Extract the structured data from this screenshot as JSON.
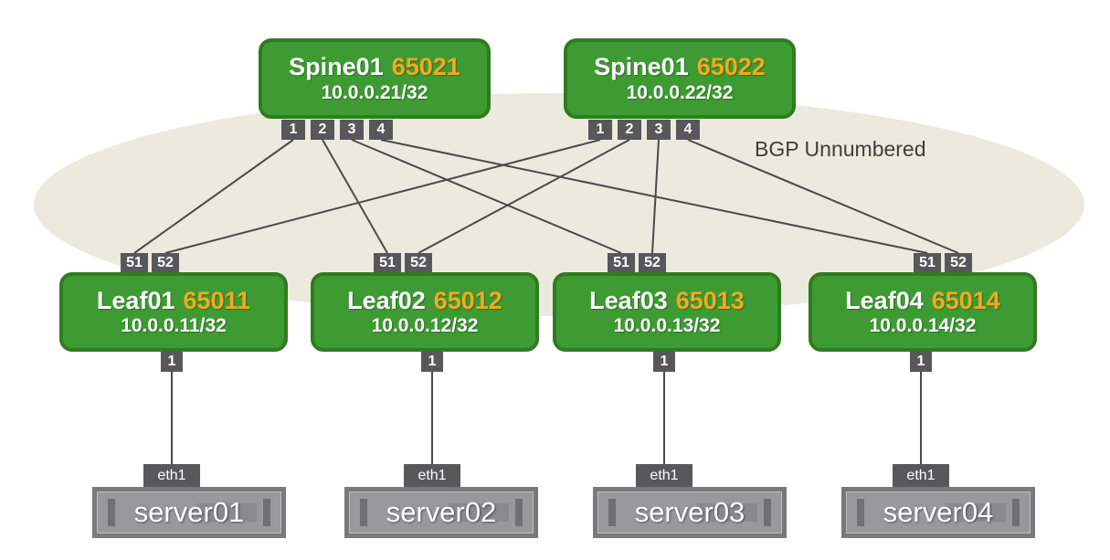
{
  "diagram": {
    "overlay_label": "BGP Unnumbered",
    "colors": {
      "node_green": "#3E9B33",
      "node_green_border": "#2F7C20",
      "asn_orange": "#F5A91F",
      "port_gray": "#58585A",
      "line_gray": "#4A4A4A",
      "ellipse_beige": "#ECE9DF",
      "server_frame": "#77797B",
      "server_fill": "#98999B",
      "server_slot": "#888A8C",
      "server_bar": "#6E7072",
      "label_text": "#3D3D3D"
    },
    "spines": [
      {
        "name": "Spine01",
        "asn": "65021",
        "ip": "10.0.0.21/32",
        "ports": [
          "1",
          "2",
          "3",
          "4"
        ]
      },
      {
        "name": "Spine01",
        "asn": "65022",
        "ip": "10.0.0.22/32",
        "ports": [
          "1",
          "2",
          "3",
          "4"
        ]
      }
    ],
    "leaves": [
      {
        "name": "Leaf01",
        "asn": "65011",
        "ip": "10.0.0.11/32",
        "uplink_ports": [
          "51",
          "52"
        ],
        "downlink_port": "1"
      },
      {
        "name": "Leaf02",
        "asn": "65012",
        "ip": "10.0.0.12/32",
        "uplink_ports": [
          "51",
          "52"
        ],
        "downlink_port": "1"
      },
      {
        "name": "Leaf03",
        "asn": "65013",
        "ip": "10.0.0.13/32",
        "uplink_ports": [
          "51",
          "52"
        ],
        "downlink_port": "1"
      },
      {
        "name": "Leaf04",
        "asn": "65014",
        "ip": "10.0.0.14/32",
        "uplink_ports": [
          "51",
          "52"
        ],
        "downlink_port": "1"
      }
    ],
    "servers": [
      {
        "name": "server01",
        "nic": "eth1"
      },
      {
        "name": "server02",
        "nic": "eth1"
      },
      {
        "name": "server03",
        "nic": "eth1"
      },
      {
        "name": "server04",
        "nic": "eth1"
      }
    ],
    "links": {
      "spine_leaf": [
        {
          "from": "spine1.1",
          "to": "leaf1.51"
        },
        {
          "from": "spine1.2",
          "to": "leaf2.51"
        },
        {
          "from": "spine1.3",
          "to": "leaf3.51"
        },
        {
          "from": "spine1.4",
          "to": "leaf4.51"
        },
        {
          "from": "spine2.1",
          "to": "leaf1.52"
        },
        {
          "from": "spine2.2",
          "to": "leaf2.52"
        },
        {
          "from": "spine2.3",
          "to": "leaf3.52"
        },
        {
          "from": "spine2.4",
          "to": "leaf4.52"
        }
      ],
      "leaf_server": [
        {
          "from": "leaf1.1",
          "to": "server1.eth1"
        },
        {
          "from": "leaf2.1",
          "to": "server2.eth1"
        },
        {
          "from": "leaf3.1",
          "to": "server3.eth1"
        },
        {
          "from": "leaf4.1",
          "to": "server4.eth1"
        }
      ]
    }
  }
}
